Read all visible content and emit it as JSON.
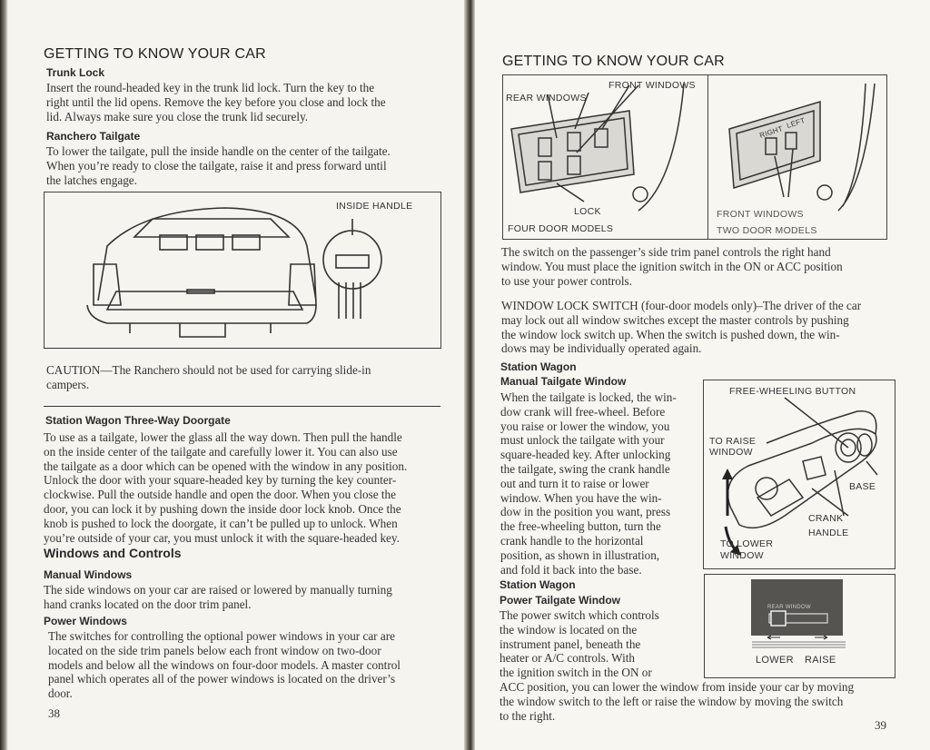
{
  "left_page": {
    "title": "GETTING TO KNOW YOUR CAR",
    "trunk_lock": {
      "heading": "Trunk Lock",
      "lines": [
        "Insert the round-headed key in the trunk lid lock.  Turn the key to the",
        "right until the lid opens.  Remove the key before you close and lock the",
        "lid.  Always make sure you close the trunk lid securely."
      ]
    },
    "ranchero_tailgate": {
      "heading": "Ranchero Tailgate",
      "lines": [
        "To lower the tailgate, pull the inside handle on the center of the tailgate.",
        "When you’re ready to close the tailgate, raise it and press forward until",
        "the latches engage."
      ]
    },
    "figure_label": "INSIDE HANDLE",
    "caution": {
      "lines": [
        "CAUTION—The Ranchero should not be used for carrying slide-in",
        "campers."
      ]
    },
    "doorgate": {
      "heading": "Station Wagon Three-Way Doorgate",
      "lines": [
        "To use as a tailgate, lower the glass all the way down.  Then pull the handle",
        "on the inside center of the tailgate and carefully lower it.  You can also use",
        "the tailgate as a door which can be opened with the window in any position.",
        "Unlock the door with your square-headed key by turning the key counter-",
        "clockwise.  Pull the outside handle and open the door.  When you close the",
        "door, you can lock it by pushing down the inside door lock knob. Once the",
        "knob is pushed to lock the doorgate, it can’t be pulled up to unlock.  When",
        "you’re outside of your car, you must unlock it with the square-headed key."
      ]
    },
    "windows_controls": "Windows and Controls",
    "manual_windows": {
      "heading": "Manual Windows",
      "lines": [
        "The side windows on your car are raised or lowered by manually turning",
        "hand cranks located on the door trim panel."
      ]
    },
    "power_windows": {
      "heading": "Power Windows",
      "lines": [
        "The switches for controlling the optional power windows in your car are",
        "located on the side trim panels below each front window on two-door",
        "models and below all the windows on four-door models.  A master control",
        "panel which operates all of the power windows is located on the driver’s",
        "door."
      ]
    },
    "page_number": "38"
  },
  "right_page": {
    "title": "GETTING TO KNOW YOUR CAR",
    "figure_top": {
      "front_windows": "FRONT WINDOWS",
      "rear_windows": "REAR WINDOWS",
      "lock": "LOCK",
      "four_door": "FOUR DOOR MODELS",
      "front_windows_2": "FRONT WINDOWS",
      "two_door": "TWO DOOR MODELS",
      "right": "RIGHT",
      "left": "LEFT"
    },
    "passenger_switch": {
      "lines": [
        "The switch on the passenger’s side trim panel controls the right hand",
        "window.  You must place the ignition switch in the ON or ACC position",
        "to use your power controls."
      ]
    },
    "window_lock": {
      "lines": [
        "WINDOW LOCK SWITCH (four-door models only)–The driver of the car",
        "may lock out all window switches except the master controls by pushing",
        "the window lock switch up.  When the switch is pushed down, the win-",
        "dows may be individually operated again."
      ]
    },
    "manual_tailgate": {
      "heading1": "Station Wagon",
      "heading2": "Manual Tailgate Window",
      "lines": [
        "When the tailgate is locked, the win-",
        "dow crank will free-wheel.  Before",
        "you raise or lower the window, you",
        "must unlock the tailgate with your",
        "square-headed key.  After unlocking",
        "the tailgate, swing the crank handle",
        "out and turn it to raise or lower",
        "window.  When you have the win-",
        "dow in the position you want, press",
        "the free-wheeling button, turn the",
        "crank handle to the horizontal",
        "position, as shown in illustration,",
        "and fold it back into the base."
      ]
    },
    "crank_figure": {
      "free_wheeling": "FREE-WHEELING BUTTON",
      "to_raise": [
        "TO RAISE",
        "WINDOW"
      ],
      "base": "BASE",
      "crank_handle": [
        "CRANK",
        "HANDLE"
      ],
      "to_lower": [
        "TO LOWER",
        "WINDOW"
      ]
    },
    "switch_figure": {
      "rear_window": "REAR WINDOW",
      "lower": "LOWER",
      "raise": "RAISE"
    },
    "power_tailgate": {
      "heading1": "Station Wagon",
      "heading2": "Power Tailgate Window",
      "lines": [
        "The power switch which controls",
        "the window is located on the",
        "instrument panel, beneath the",
        "heater or A/C controls. With",
        "the ignition switch in the ON or"
      ],
      "lines_full": [
        "ACC position, you can lower the window from inside your car by moving",
        "the window switch to the left or raise the window by moving the switch",
        "to the right."
      ]
    },
    "page_number": "39"
  }
}
